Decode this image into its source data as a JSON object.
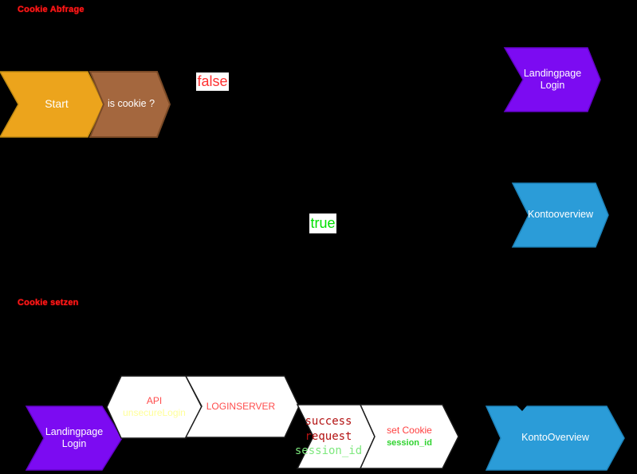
{
  "diagram": {
    "background": "#000000",
    "section_titles": [
      {
        "text": "Cookie Abfrage",
        "color": "#ff1a1a"
      },
      {
        "text": "Cookie setzen",
        "color": "#ff1a1a"
      }
    ],
    "branch_labels": {
      "false": {
        "text": "false",
        "color": "#ff3030",
        "bg": "#ffffff"
      },
      "true": {
        "text": "true",
        "color": "#00e000",
        "bg": "#ffffff"
      }
    },
    "nodes": {
      "start": {
        "label": "Start",
        "fill": "#eca41c",
        "text_color": "#ffffff"
      },
      "is_cookie": {
        "label": "is cookie ?",
        "fill": "#a4673e",
        "text_color": "#ffffff"
      },
      "landingpage_login_top": {
        "line1": "Landingpage",
        "line2": "Login",
        "fill": "#7c0bf2",
        "text_color": "#ffffff"
      },
      "kontooverview_mid": {
        "label": "Kontooverview",
        "fill": "#2b9cd8",
        "text_color": "#ffffff"
      },
      "landingpage_login_bottom": {
        "line1": "Landingpage",
        "line2": "Login",
        "fill": "#7c0bf2",
        "text_color": "#ffffff"
      },
      "api": {
        "title": "API",
        "subtitle": "unsecureLogin",
        "fill": "#ffffff",
        "title_color": "#ff4d4d",
        "subtitle_color": "#ffff99"
      },
      "loginserver": {
        "label": "LOGINSERVER",
        "fill": "#ffffff",
        "text_color": "#ff4d4d"
      },
      "success_request": {
        "line1": "success",
        "line2": "request",
        "line3": "session_id",
        "fill": "#ffffff",
        "line_color": "#b31111",
        "line3_color": "#7ee87e"
      },
      "set_cookie": {
        "line1": "set Cookie",
        "line2": "session_id",
        "fill": "#ffffff",
        "line1_color": "#ff4040",
        "line2_color": "#2fd32f"
      },
      "kontooverview_bottom": {
        "label": "KontoOverview",
        "fill": "#2b9cd8",
        "text_color": "#ffffff"
      }
    }
  }
}
